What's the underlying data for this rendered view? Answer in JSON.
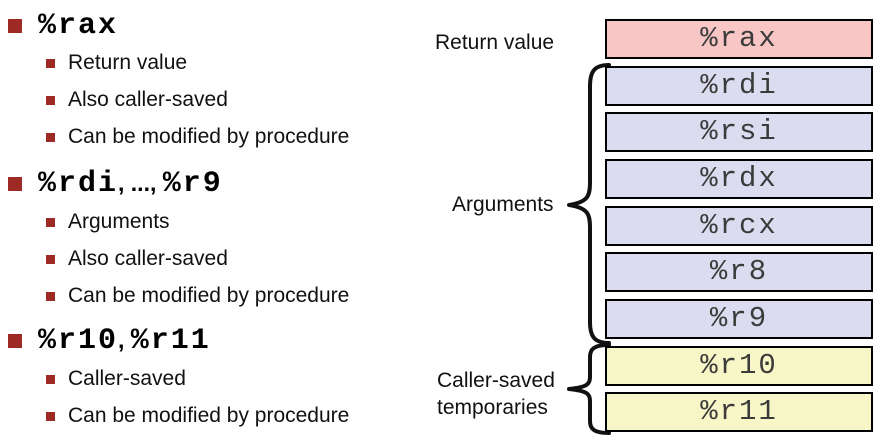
{
  "slide": {
    "background": "#ffffff",
    "bullet_color": "#9e2a25"
  },
  "bullets": {
    "sections": [
      {
        "reg1": "%rax",
        "sep": "",
        "reg2": "",
        "items": [
          "Return value",
          "Also caller-saved",
          "Can be modified by procedure"
        ]
      },
      {
        "reg1": "%rdi",
        "sep": ", ..., ",
        "reg2": "%r9",
        "items": [
          "Arguments",
          "Also caller-saved",
          "Can be modified by procedure"
        ]
      },
      {
        "reg1": "%r10",
        "sep": ", ",
        "reg2": "%r11",
        "items": [
          "Caller-saved",
          "Can be modified by procedure"
        ]
      }
    ]
  },
  "diagram": {
    "labels": {
      "return_value": "Return value",
      "arguments": "Arguments",
      "caller_saved": "Caller-saved\ntemporaries"
    },
    "boxes": [
      {
        "label": "%rax",
        "bg": "#f9c6c6"
      },
      {
        "label": "%rdi",
        "bg": "#dcdcf0"
      },
      {
        "label": "%rsi",
        "bg": "#dcdcf0"
      },
      {
        "label": "%rdx",
        "bg": "#dcdcf0"
      },
      {
        "label": "%rcx",
        "bg": "#dcdcf0"
      },
      {
        "label": "%r8",
        "bg": "#dcdcf0"
      },
      {
        "label": "%r9",
        "bg": "#dcdcf0"
      },
      {
        "label": "%r10",
        "bg": "#f6f6c6"
      },
      {
        "label": "%r11",
        "bg": "#f6f6c6"
      }
    ],
    "colors": {
      "box_border": "#000000",
      "box_text": "#3b3b3b",
      "return_value_bg": "#f9c6c6",
      "arguments_bg": "#dcdcf0",
      "temporaries_bg": "#f6f6c6"
    },
    "icons": {
      "bullet": "filled-square",
      "group_marker": "curly-brace"
    }
  }
}
